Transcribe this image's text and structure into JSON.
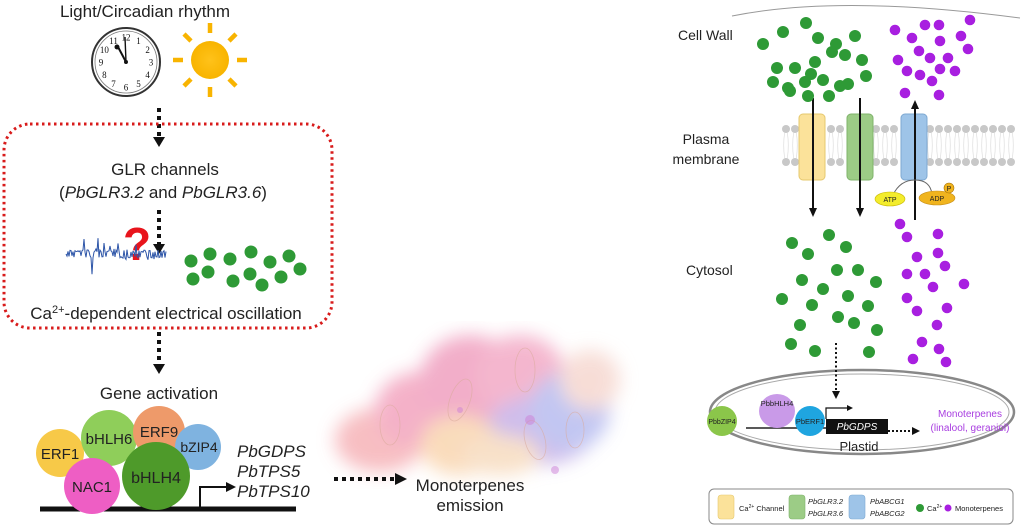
{
  "left_panel": {
    "trigger_label": "Light/Circadian rhythm",
    "clock_numbers": [
      "12",
      "1",
      "2",
      "3",
      "4",
      "5",
      "6",
      "7",
      "8",
      "9",
      "10",
      "11"
    ],
    "box": {
      "title": "GLR channels",
      "subtitle_open": "(",
      "gene1": "PbGLR3.2",
      "and": " and ",
      "gene2": "PbGLR3.6",
      "subtitle_close": ")",
      "question_mark": "?",
      "oscillation_label_pre": "Ca",
      "oscillation_label_sup": "2+",
      "oscillation_label_post": "-dependent electrical oscillation"
    },
    "gene_activation_label": "Gene activation",
    "transcription_factors": [
      {
        "name": "ERF1",
        "color": "#f7c948"
      },
      {
        "name": "bHLH6",
        "color": "#8fce5a"
      },
      {
        "name": "ERF9",
        "color": "#ee9a6a"
      },
      {
        "name": "bZIP4",
        "color": "#7fb3e0"
      },
      {
        "name": "NAC1",
        "color": "#ee5ec4"
      },
      {
        "name": "bHLH4",
        "color": "#4e9a2a"
      }
    ],
    "target_genes": [
      "PbGDPS",
      "PbTPS5",
      "PbTPS10"
    ],
    "emission_label_line1": "Monoterpenes",
    "emission_label_line2": "emission"
  },
  "right_panel": {
    "compartments": {
      "cell_wall": "Cell Wall",
      "plasma_membrane_line1": "Plasma",
      "plasma_membrane_line2": "membrane",
      "cytosol": "Cytosol"
    },
    "atp_label": "ATP",
    "adp_label": "ADP",
    "phosphate_label": "P",
    "plastid": {
      "label": "Plastid",
      "factors": [
        "PbbZIP4",
        "PbbHLH4",
        "PbERF1"
      ],
      "gene": "PbGDPS",
      "product_line1": "Monoterpenes",
      "product_line2": "(linalool, geraniol)"
    },
    "legend": {
      "ca_channel_pre": "Ca",
      "ca_channel_sup": "2+",
      "ca_channel_post": " Channel",
      "glr_line1": "PbGLR3.2",
      "glr_line2": "PbGLR3.6",
      "abcg_line1": "PbABCG1",
      "abcg_line2": "PbABCG2",
      "ca_ion_pre": "Ca",
      "ca_ion_sup": "2+",
      "monoterpenes": "Monoterpenes"
    }
  },
  "colors": {
    "calcium": "#2e9a36",
    "monoterpene": "#a81fe0",
    "red_dotted": "#d81b1b",
    "ca_channel": "#fbe29a",
    "glr": "#9ccc86",
    "abcg": "#9ec4e8",
    "waveform": "#2d55a8",
    "atp": "#f3ec2c",
    "adp": "#f0b41e",
    "product_text": "#a83de0"
  }
}
